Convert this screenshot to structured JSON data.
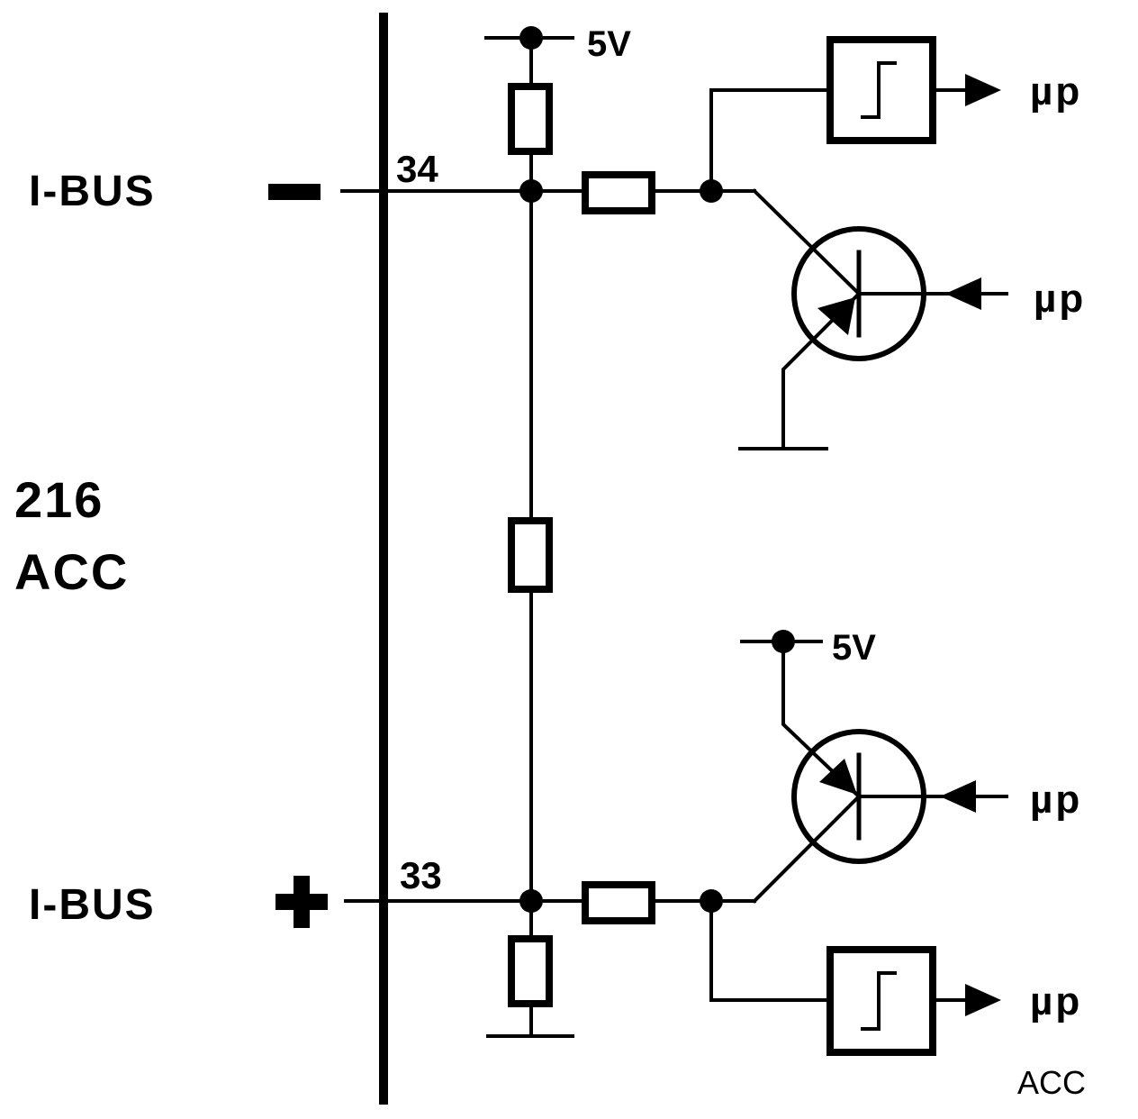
{
  "labels": {
    "bus_minus": "I-BUS",
    "bus_plus": "I-BUS",
    "device_number": "216",
    "device_name": "ACC",
    "pin_top": "34",
    "pin_bottom": "33",
    "supply_top": "5V",
    "supply_bottom": "5V",
    "up_out_top": "µp",
    "up_in_top": "µp",
    "up_in_bottom": "µp",
    "up_out_bottom": "µp",
    "footer": "ACC"
  },
  "symbols": {
    "minus_sign": "minus",
    "plus_sign": "plus",
    "color": "#000000"
  }
}
